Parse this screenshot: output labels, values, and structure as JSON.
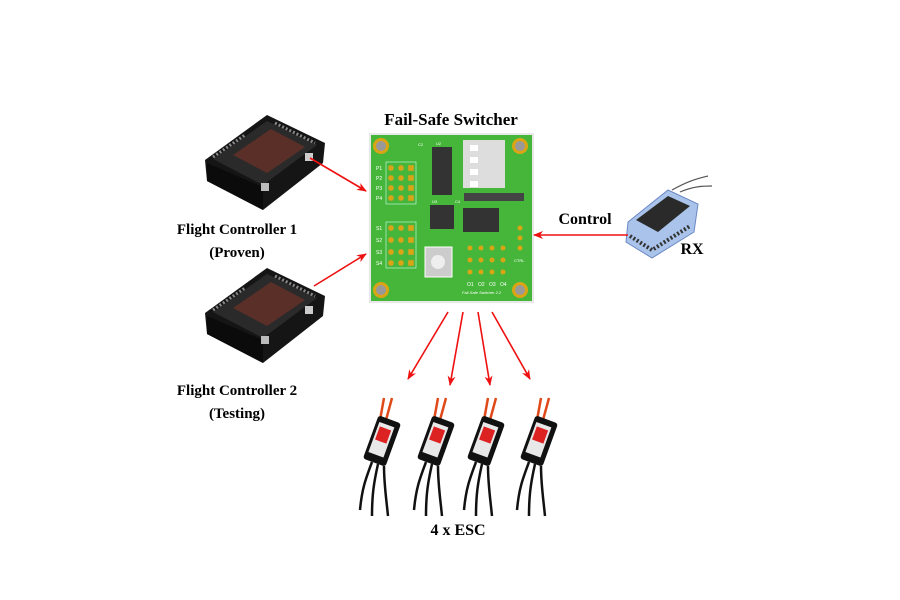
{
  "title": "Fail-Safe Switcher",
  "nodes": {
    "fc1": {
      "name": "Flight Controller 1",
      "note": "(Proven)"
    },
    "fc2": {
      "name": "Flight Controller 2",
      "note": "(Testing)"
    },
    "rx": {
      "name": "RX",
      "edge_label": "Control"
    },
    "esc": {
      "label": "4 x ESC",
      "count": 4
    }
  },
  "pcb": {
    "input_pins_p": [
      "P1",
      "P2",
      "P3",
      "P4"
    ],
    "input_pins_s": [
      "S1",
      "S2",
      "S3",
      "S4"
    ],
    "outputs": [
      "O1",
      "O2",
      "O3",
      "O4"
    ],
    "ctrl_label": "CTRL",
    "board_name": "Fail-Safe Switcher 2.2",
    "chip_labels": [
      "U2",
      "U3",
      "C2",
      "C4"
    ]
  },
  "colors": {
    "arrow": "#ee1111",
    "pcb": "#46b63a",
    "pad": "#d9a514"
  }
}
